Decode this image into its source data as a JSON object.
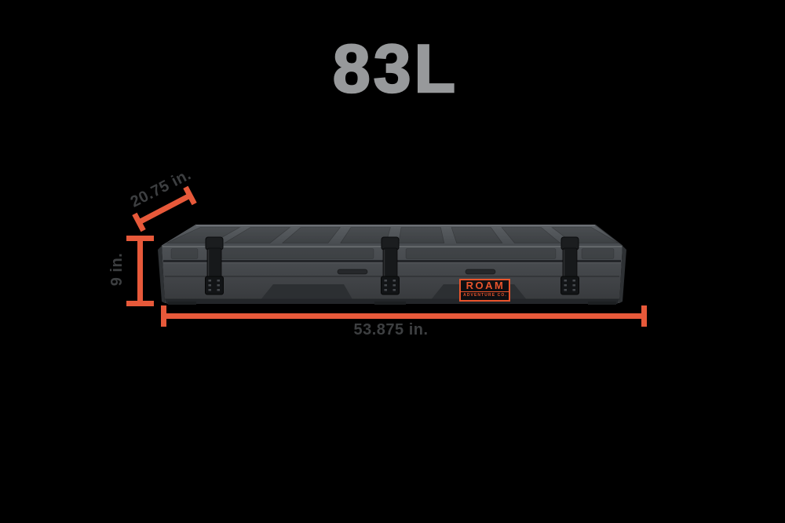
{
  "page": {
    "title": "83L"
  },
  "dimension_labels": {
    "depth": "20.75 in.",
    "height": "9 in.",
    "length": "53.875 in."
  },
  "brand_badge": {
    "name": "ROAM",
    "subtitle": "ADVENTURE CO."
  },
  "colors": {
    "accent": "#e7593a",
    "title-gray": "#97999b",
    "label-gray": "#3d3f41",
    "brand-orange": "#e8542c",
    "background": "#000000"
  }
}
